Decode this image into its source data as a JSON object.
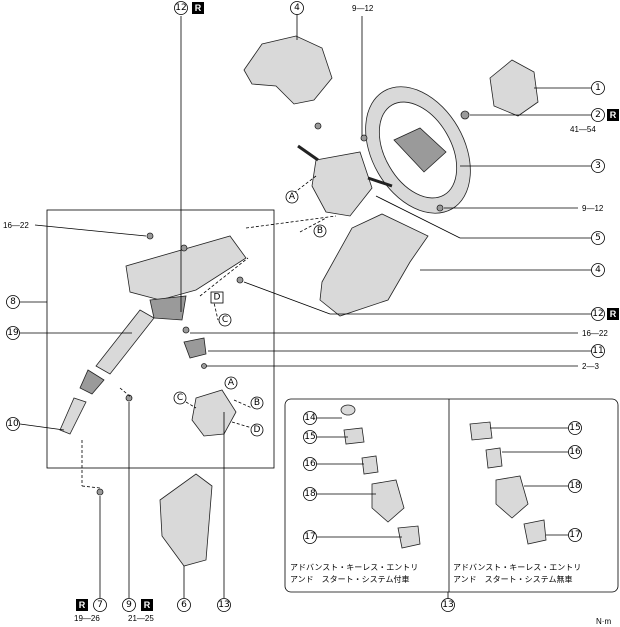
{
  "callouts": {
    "c1": "1",
    "c2": "2",
    "c3": "3",
    "c4a": "4",
    "c4b": "4",
    "c5": "5",
    "c6": "6",
    "c7": "7",
    "c8": "8",
    "c9": "9",
    "c10": "10",
    "c11": "11",
    "c12a": "12",
    "c12b": "12",
    "c13a": "13",
    "c13b": "13",
    "c14": "14",
    "c15a": "15",
    "c15b": "15",
    "c16a": "16",
    "c16b": "16",
    "c17a": "17",
    "c17b": "17",
    "c18a": "18",
    "c18b": "18",
    "c19": "19"
  },
  "letters": {
    "a1": "A",
    "b1": "B",
    "c1": "C",
    "d1": "D",
    "a2": "A",
    "b2": "B",
    "c2": "C",
    "d2": "D"
  },
  "r_mark": "R",
  "torque": {
    "t1": "9—12",
    "t2": "41—54",
    "t3": "9—12",
    "t4": "16—22",
    "t5": "16—22",
    "t6": "2—3",
    "t7": "19—26",
    "t8": "21—25"
  },
  "inset": {
    "left_caption_1": "アドバンスト・キーレス・エントリ",
    "left_caption_2": "アンド　スタート・システム付車",
    "right_caption_1": "アドバンスト・キーレス・エントリ",
    "right_caption_2": "アンド　スタート・システム無車"
  },
  "unit": "N·m"
}
